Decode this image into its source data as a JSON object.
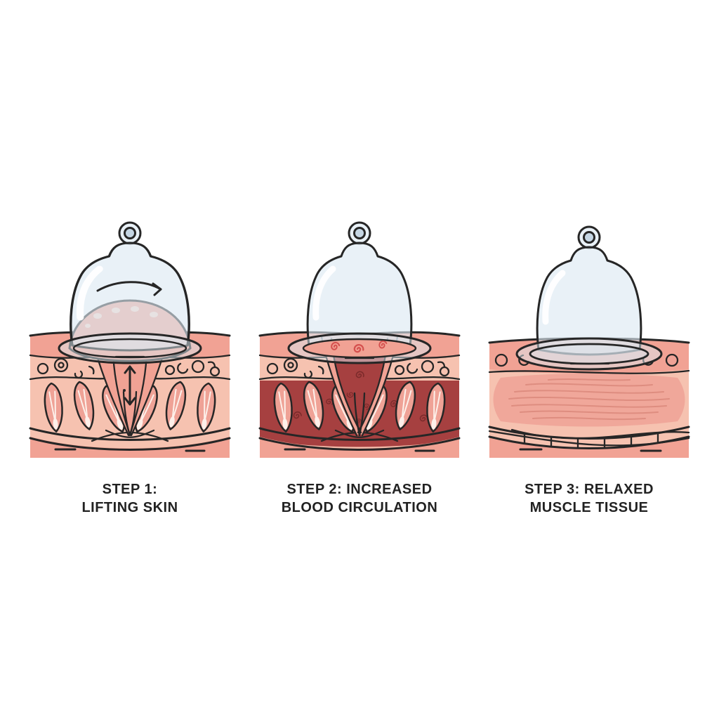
{
  "page": {
    "background": "#ffffff"
  },
  "palette": {
    "bg": "#ffffff",
    "outline": "#262626",
    "glass": "#dce9f2",
    "glass_deep": "#c5d6e4",
    "glass_hl": "#ffffff",
    "skin": "#f1a294",
    "skin_light": "#f6c2b0",
    "skin_hl": "#fad7c9",
    "muscle": "#efa296",
    "muscle_stria": "#db897c",
    "muscle_tip": "#fdf0ea",
    "blood": "#a64040",
    "blood_dark": "#7c2b2b",
    "swirl": "#d5504e",
    "caption": "#222222"
  },
  "diagram": {
    "subject": "cupping-therapy-steps",
    "steps": [
      {
        "id": 1,
        "caption_line1": "STEP 1:",
        "caption_line2": "LIFTING SKIN",
        "illustration": "suction-cup-lifting-skin-dome",
        "annotations": [
          "rotation-arrow",
          "vertical-stretch-arrow"
        ]
      },
      {
        "id": 2,
        "caption_line1": "STEP 2: INCREASED",
        "caption_line2": "BLOOD CIRCULATION",
        "illustration": "suction-cup-with-blood-flow-swirls",
        "annotations": [
          "circulation-swirls"
        ]
      },
      {
        "id": 3,
        "caption_line1": "STEP 3: RELAXED",
        "caption_line2": "MUSCLE TISSUE",
        "illustration": "suction-cup-on-relaxed-muscle",
        "annotations": []
      }
    ]
  }
}
